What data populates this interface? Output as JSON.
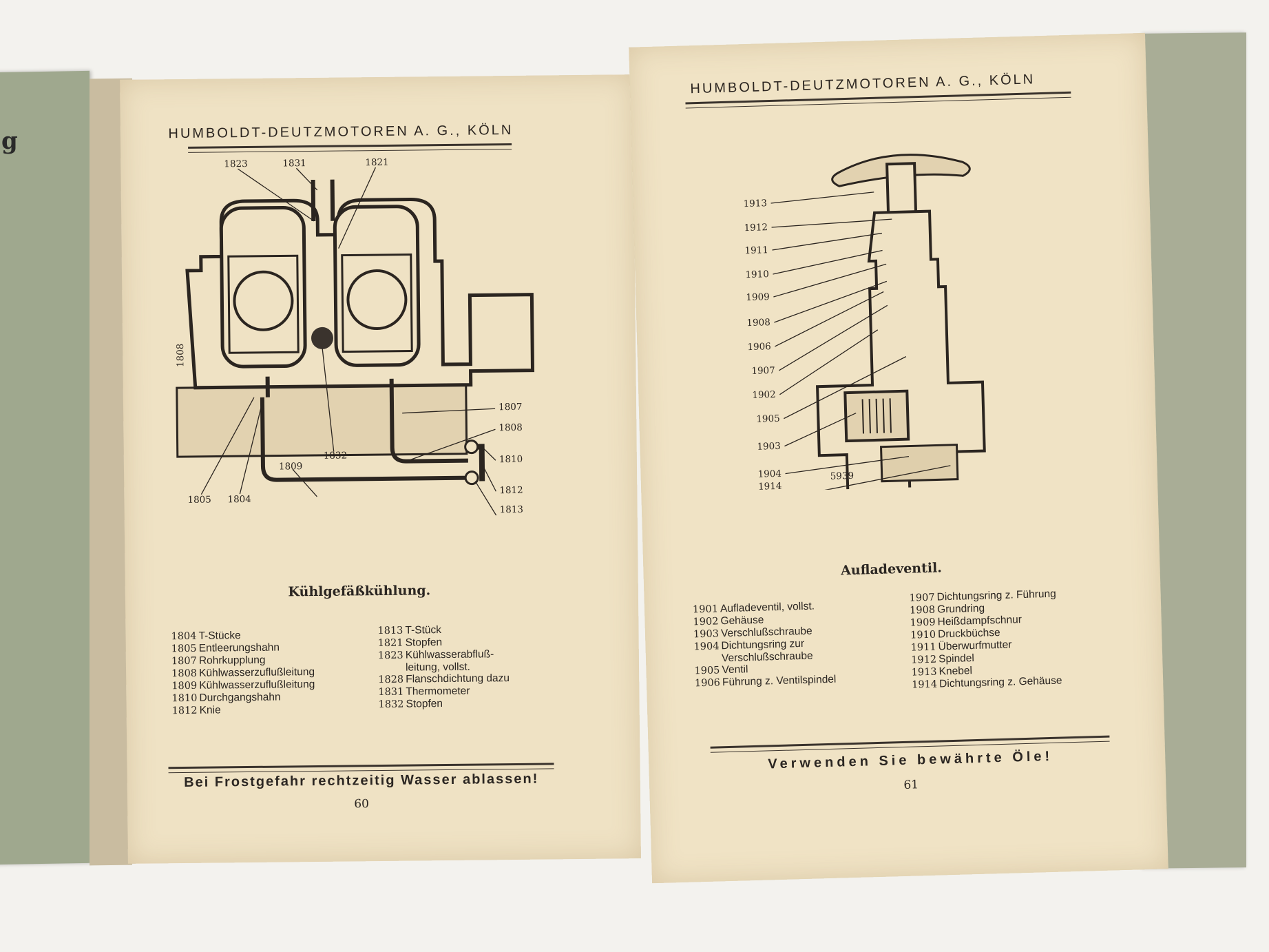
{
  "cover": {
    "left_fragment": "g"
  },
  "left_page": {
    "header": "HUMBOLDT-DEUTZMOTOREN A. G., KÖLN",
    "diagram": {
      "stamp": "1808",
      "callouts": [
        "1823",
        "1831",
        "1821",
        "1807",
        "1808",
        "1810",
        "1812",
        "1813",
        "1832",
        "1809",
        "1805",
        "1804"
      ]
    },
    "caption": "Kühlgefäßkühlung.",
    "parts_col1": [
      {
        "no": "1804",
        "name": "T-Stücke"
      },
      {
        "no": "1805",
        "name": "Entleerungshahn"
      },
      {
        "no": "1807",
        "name": "Rohrkupplung"
      },
      {
        "no": "1808",
        "name": "Kühlwasserzuflußleitung"
      },
      {
        "no": "1809",
        "name": "Kühlwasserzuflußleitung"
      },
      {
        "no": "1810",
        "name": "Durchgangshahn"
      },
      {
        "no": "1812",
        "name": "Knie"
      }
    ],
    "parts_col2": [
      {
        "no": "1813",
        "name": "T-Stück"
      },
      {
        "no": "1821",
        "name": "Stopfen"
      },
      {
        "no": "1823",
        "name": "Kühlwasserabfluß-"
      },
      {
        "no": "",
        "name": "leitung, vollst."
      },
      {
        "no": "1828",
        "name": "Flanschdichtung dazu"
      },
      {
        "no": "1831",
        "name": "Thermometer"
      },
      {
        "no": "1832",
        "name": "Stopfen"
      }
    ],
    "footer": "Bei Frostgefahr rechtzeitig Wasser ablassen!",
    "page_number": "60"
  },
  "right_page": {
    "header": "HUMBOLDT-DEUTZMOTOREN A. G., KÖLN",
    "diagram": {
      "stamp": "5939",
      "callouts": [
        "1913",
        "1912",
        "1911",
        "1910",
        "1909",
        "1908",
        "1906",
        "1907",
        "1902",
        "1905",
        "1903",
        "1904",
        "1914"
      ]
    },
    "caption": "Aufladeventil.",
    "parts_col1": [
      {
        "no": "1901",
        "name": "Aufladeventil, vollst."
      },
      {
        "no": "1902",
        "name": "Gehäuse"
      },
      {
        "no": "1903",
        "name": "Verschlußschraube"
      },
      {
        "no": "1904",
        "name": "Dichtungsring zur"
      },
      {
        "no": "",
        "name": "Verschlußschraube"
      },
      {
        "no": "1905",
        "name": "Ventil"
      },
      {
        "no": "1906",
        "name": "Führung z. Ventilspindel"
      }
    ],
    "parts_col2": [
      {
        "no": "1907",
        "name": "Dichtungsring z. Führung"
      },
      {
        "no": "1908",
        "name": "Grundring"
      },
      {
        "no": "1909",
        "name": "Heißdampfschnur"
      },
      {
        "no": "1910",
        "name": "Druckbüchse"
      },
      {
        "no": "1911",
        "name": "Überwurfmutter"
      },
      {
        "no": "1912",
        "name": "Spindel"
      },
      {
        "no": "1913",
        "name": "Knebel"
      },
      {
        "no": "1914",
        "name": "Dichtungsring z. Gehäuse"
      }
    ],
    "footer": "Verwenden Sie bewährte Öle!",
    "page_number": "61"
  }
}
